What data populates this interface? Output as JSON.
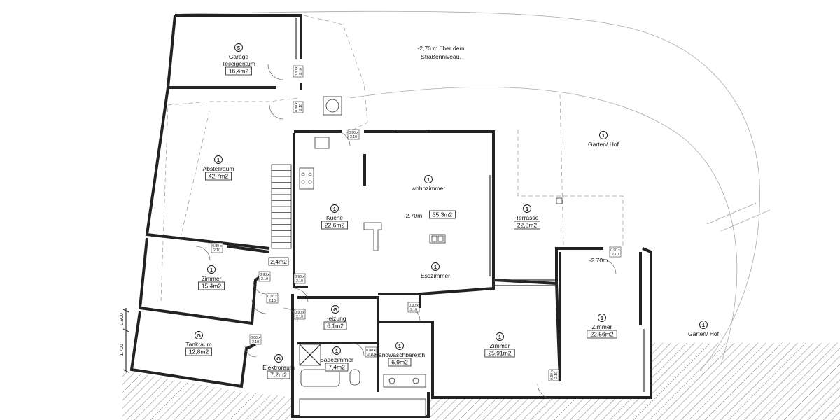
{
  "ground_note": [
    "-2,70 m über dem",
    "Straßenniveau."
  ],
  "rooms": [
    {
      "id": "garage",
      "num": "5",
      "name": [
        "Garage",
        "Teileigentum"
      ],
      "area": "16,4m2"
    },
    {
      "id": "abstellraum",
      "num": "1",
      "name": [
        "Abstellraum"
      ],
      "area": "42,7m2"
    },
    {
      "id": "kueche",
      "num": "1",
      "name": [
        "Küche"
      ],
      "area": "22,6m2"
    },
    {
      "id": "wohnzimmer",
      "num": "1",
      "name": [
        "wohnzimmer"
      ],
      "area": "35,3m2",
      "level": "-2.70m"
    },
    {
      "id": "esszimmer",
      "num": "1",
      "name": [
        "Esszimmer"
      ]
    },
    {
      "id": "terrasse",
      "num": "1",
      "name": [
        "Terrasse"
      ],
      "area": "22,3m2"
    },
    {
      "id": "garten-hof-top",
      "num": "1",
      "name": [
        "Garten/ Hof"
      ]
    },
    {
      "id": "zimmer-left",
      "num": "1",
      "name": [
        "Zimmer"
      ],
      "area": "15.4m2"
    },
    {
      "id": "tankraum",
      "num": "G",
      "name": [
        "Tankraum"
      ],
      "area": "12,8m2"
    },
    {
      "id": "elektroraum",
      "num": "G",
      "name": [
        "Elektroraum"
      ],
      "area": "7.2m2"
    },
    {
      "id": "heizung",
      "num": "G",
      "name": [
        "Heizung"
      ],
      "area": "6,1m2"
    },
    {
      "id": "badezimmer",
      "num": "1",
      "name": [
        "Badezimmer"
      ],
      "area": "7,4m2"
    },
    {
      "id": "handwaschbereich",
      "num": "1",
      "name": [
        "Handwaschbereich"
      ],
      "area": "6,9m2"
    },
    {
      "id": "zimmer-middle",
      "num": "1",
      "name": [
        "Zimmer"
      ],
      "area": "25,91m2"
    },
    {
      "id": "zimmer-right",
      "num": "1",
      "name": [
        "Zimmer"
      ],
      "area": "22,56m2",
      "level": "-2.70m"
    },
    {
      "id": "garten-hof-right",
      "num": "1",
      "name": [
        "Garten/ Hof"
      ]
    }
  ],
  "small_area": "2,4m2",
  "door_tag": [
    "0.90 x",
    "2.10"
  ],
  "door_tag_80": [
    "0.80 x",
    "2.10"
  ],
  "dimensions": [
    "0.900",
    "1.700"
  ]
}
